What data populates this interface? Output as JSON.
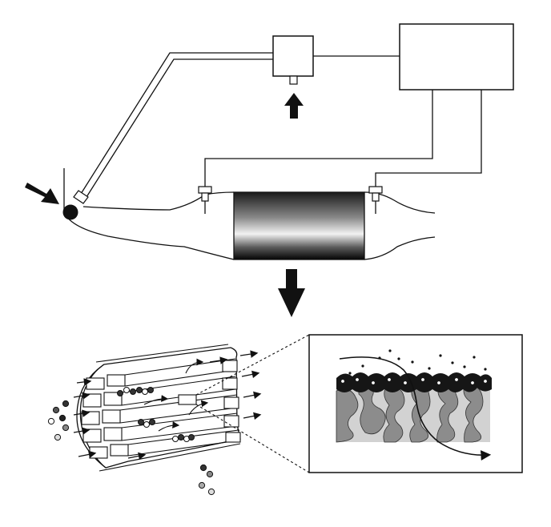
{
  "diagram": {
    "colors": {
      "line": "#111111",
      "background": "#ffffff",
      "filter_dark": "#0a0a0a",
      "filter_light": "#f4f4f4",
      "porous_light": "#d2d2d2",
      "porous_dark": "#8c8c8c",
      "soot": "#161616",
      "ash": "#9a9a9a"
    },
    "components": [
      {
        "name": "exhaust-pipe",
        "icon": "pipe"
      },
      {
        "name": "dosing-injector",
        "icon": "injector"
      },
      {
        "name": "dosing-pump",
        "icon": "pump-box"
      },
      {
        "name": "control-unit",
        "icon": "ecu-box"
      },
      {
        "name": "inlet-pressure-sensor",
        "icon": "sensor"
      },
      {
        "name": "outlet-pressure-sensor",
        "icon": "sensor"
      },
      {
        "name": "particulate-filter",
        "icon": "cylinder"
      },
      {
        "name": "filter-channel-cutaway",
        "icon": "honeycomb"
      },
      {
        "name": "wall-cross-section",
        "icon": "porous-wall"
      }
    ]
  }
}
